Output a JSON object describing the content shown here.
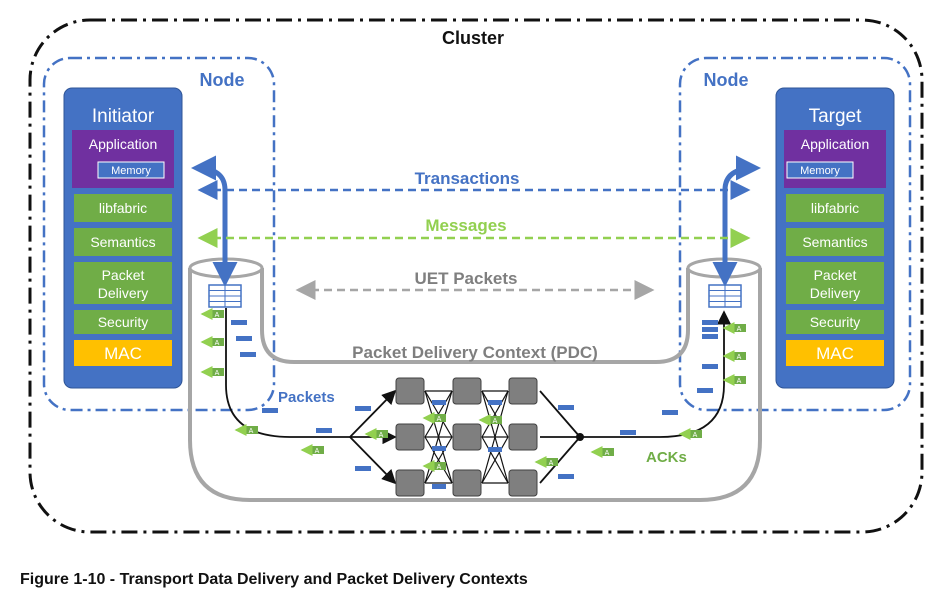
{
  "diagram": {
    "cluster_label": "Cluster",
    "node_label": "Node",
    "initiator": {
      "title": "Initiator",
      "application": "Application",
      "memory": "Memory",
      "libfabric": "libfabric",
      "semantics": "Semantics",
      "packet_delivery": [
        "Packet",
        "Delivery"
      ],
      "security": "Security",
      "mac": "MAC"
    },
    "target": {
      "title": "Target",
      "application": "Application",
      "memory": "Memory",
      "libfabric": "libfabric",
      "semantics": "Semantics",
      "packet_delivery": [
        "Packet",
        "Delivery"
      ],
      "security": "Security",
      "mac": "MAC"
    },
    "transactions_label": "Transactions",
    "messages_label": "Messages",
    "uet_packets_label": "UET Packets",
    "pdc_label": "Packet Delivery Context (PDC)",
    "packets_label": "Packets",
    "acks_label": "ACKs",
    "ack_tag": "A"
  },
  "caption": "Figure 1-10 - Transport Data Delivery and Packet Delivery Contexts",
  "colors": {
    "blue_box": "#4472c4",
    "purple": "#7030a0",
    "green": "#70ad47",
    "mac_gold": "#ffc000",
    "transactions": "#4472c4",
    "messages": "#92d050",
    "uet_gray": "#a6a6a6",
    "switch_gray": "#7f7f7f"
  }
}
